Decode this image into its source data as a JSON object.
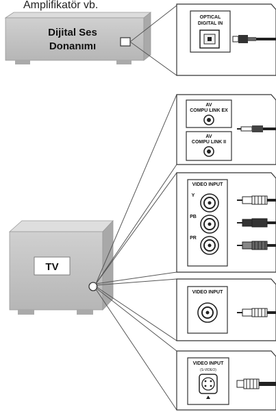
{
  "top_caption": "Amplifikatör vb.",
  "digital_device": {
    "line1": "Dijital Ses",
    "line2": "Donanımı"
  },
  "tv": {
    "label": "TV"
  },
  "panels": {
    "optical": {
      "line1": "OPTICAL",
      "line2": "DIGITAL IN"
    },
    "av_ex": {
      "line1": "AV",
      "line2": "COMPU LINK EX"
    },
    "av_ii": {
      "line1": "AV",
      "line2": "COMPU LINK II"
    },
    "component": {
      "title": "VIDEO INPUT",
      "jacks": [
        "Y",
        "PB",
        "PR"
      ]
    },
    "composite": {
      "title": "VIDEO INPUT"
    },
    "svideo": {
      "title": "VIDEO INPUT",
      "sub": "(S-VIDEO)"
    }
  }
}
